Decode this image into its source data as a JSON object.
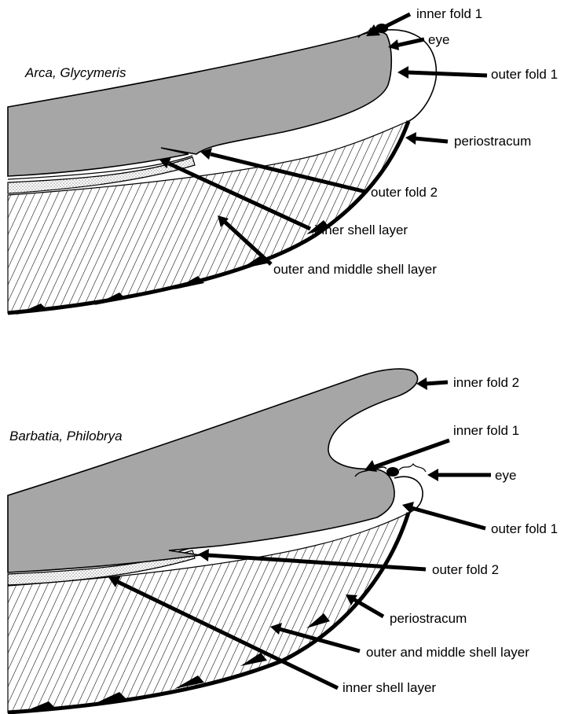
{
  "panels": [
    {
      "genus": "Arca, Glycymeris",
      "labels": {
        "inner_fold_1": "inner fold 1",
        "eye": "eye",
        "outer_fold_1": "outer fold 1",
        "periostracum": "periostracum",
        "outer_fold_2": "outer fold 2",
        "inner_shell_layer": "inner shell layer",
        "outer_middle_shell_layer": "outer and middle shell layer"
      }
    },
    {
      "genus": "Barbatia, Philobrya",
      "labels": {
        "inner_fold_2": "inner fold 2",
        "inner_fold_1": "inner fold 1",
        "eye": "eye",
        "outer_fold_1": "outer fold 1",
        "outer_fold_2": "outer fold 2",
        "periostracum": "periostracum",
        "outer_middle_shell_layer": "outer and middle shell layer",
        "inner_shell_layer": "inner shell layer"
      }
    }
  ],
  "colors": {
    "mantle_fill": "#a6a6a6",
    "line": "#000000",
    "background": "#ffffff"
  }
}
